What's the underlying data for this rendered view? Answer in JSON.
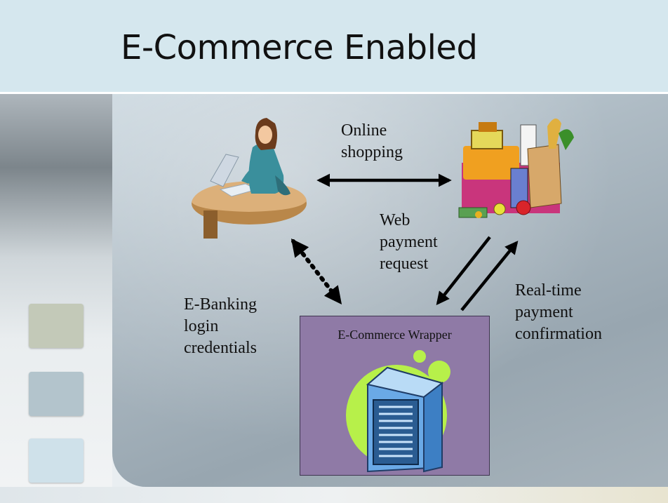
{
  "slide": {
    "title": "E-Commerce Enabled"
  },
  "diagram": {
    "online_shopping": [
      "Online",
      "shopping"
    ],
    "web_payment_request": [
      "Web",
      "payment",
      "request"
    ],
    "ebanking_credentials": [
      "E-Banking",
      "login",
      "credentials"
    ],
    "realtime_confirmation": [
      "Real-time",
      "payment",
      "confirmation"
    ],
    "wrapper_title": "E-Commerce Wrapper"
  },
  "icons": {
    "user": "person-at-computer-icon",
    "shop": "cash-register-groceries-icon",
    "server": "server-rack-icon"
  },
  "colors": {
    "title_bar": "#d5e7ee",
    "wrapper_box": "#8f7aa6",
    "green_blob": "#b7f04a"
  }
}
